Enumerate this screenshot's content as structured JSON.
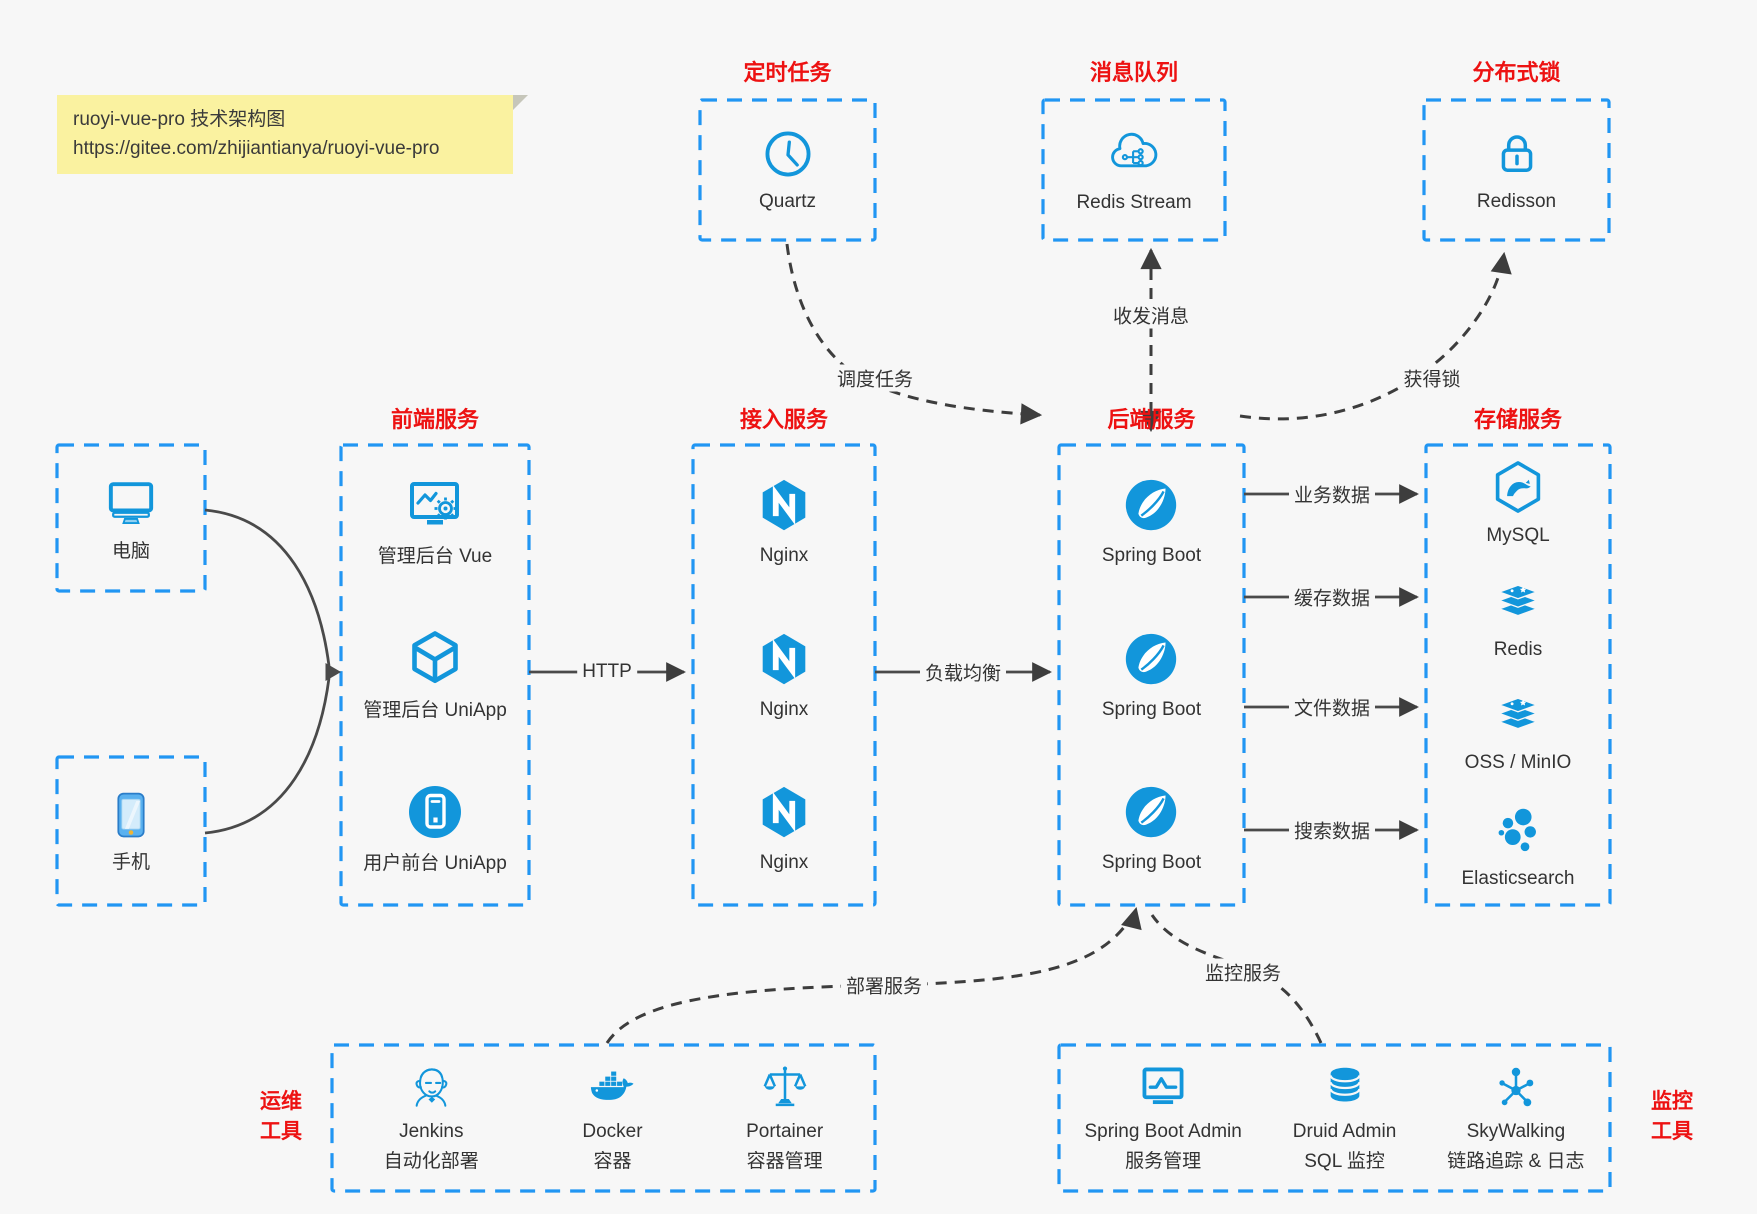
{
  "note": {
    "line1": "ruoyi-vue-pro 技术架构图",
    "line2": "https://gitee.com/zhijiantianya/ruoyi-vue-pro"
  },
  "colors": {
    "accent_blue_icon": "#1296db",
    "dashed_border_blue": "#2196f3",
    "title_red": "#ed1212",
    "arrow_dark": "#454545",
    "note_yellow": "#faf2a0",
    "background": "#f7f7f7",
    "text": "#333333"
  },
  "panels": {
    "scheduled_task": {
      "title": "定时任务",
      "node": {
        "label": "Quartz",
        "icon": "clock-icon"
      }
    },
    "message_queue": {
      "title": "消息队列",
      "node": {
        "label": "Redis Stream",
        "icon": "cloud-stream-icon"
      }
    },
    "distributed_lock": {
      "title": "分布式锁",
      "node": {
        "label": "Redisson",
        "icon": "lock-icon"
      }
    },
    "pc": {
      "label": "电脑",
      "icon": "desktop-icon"
    },
    "mobile": {
      "label": "手机",
      "icon": "smartphone-icon"
    },
    "frontend": {
      "title": "前端服务",
      "nodes": [
        {
          "label": "管理后台 Vue",
          "icon": "admin-vue-icon"
        },
        {
          "label": "管理后台 UniApp",
          "icon": "uniapp-cube-icon"
        },
        {
          "label": "用户前台 UniApp",
          "icon": "user-app-icon"
        }
      ]
    },
    "gateway": {
      "title": "接入服务",
      "nodes": [
        {
          "label": "Nginx",
          "icon": "nginx-icon"
        },
        {
          "label": "Nginx",
          "icon": "nginx-icon"
        },
        {
          "label": "Nginx",
          "icon": "nginx-icon"
        }
      ]
    },
    "backend": {
      "title": "后端服务",
      "nodes": [
        {
          "label": "Spring Boot",
          "icon": "spring-boot-icon"
        },
        {
          "label": "Spring Boot",
          "icon": "spring-boot-icon"
        },
        {
          "label": "Spring Boot",
          "icon": "spring-boot-icon"
        }
      ]
    },
    "storage": {
      "title": "存储服务",
      "nodes": [
        {
          "label": "MySQL",
          "icon": "mysql-icon"
        },
        {
          "label": "Redis",
          "icon": "redis-stack-icon"
        },
        {
          "label": "OSS / MinIO",
          "icon": "storage-stack-icon"
        },
        {
          "label": "Elasticsearch",
          "icon": "elasticsearch-icon"
        }
      ]
    },
    "ops_tools": {
      "title_line1": "运维",
      "title_line2": "工具",
      "nodes": [
        {
          "name": "Jenkins",
          "desc": "自动化部署",
          "icon": "jenkins-icon"
        },
        {
          "name": "Docker",
          "desc": "容器",
          "icon": "docker-icon"
        },
        {
          "name": "Portainer",
          "desc": "容器管理",
          "icon": "portainer-scales-icon"
        }
      ]
    },
    "monitor_tools": {
      "title_line1": "监控",
      "title_line2": "工具",
      "nodes": [
        {
          "name": "Spring Boot Admin",
          "desc": "服务管理",
          "icon": "monitor-chart-icon"
        },
        {
          "name": "Druid Admin",
          "desc": "SQL 监控",
          "icon": "database-icon"
        },
        {
          "name": "SkyWalking",
          "desc": "链路追踪 & 日志",
          "icon": "topology-icon"
        }
      ]
    }
  },
  "edges": {
    "http": "HTTP",
    "load_balance": "负载均衡",
    "schedule_task": "调度任务",
    "send_receive_message": "收发消息",
    "acquire_lock": "获得锁",
    "business_data": "业务数据",
    "cache_data": "缓存数据",
    "file_data": "文件数据",
    "search_data": "搜索数据",
    "deploy_service": "部署服务",
    "monitor_service": "监控服务"
  }
}
